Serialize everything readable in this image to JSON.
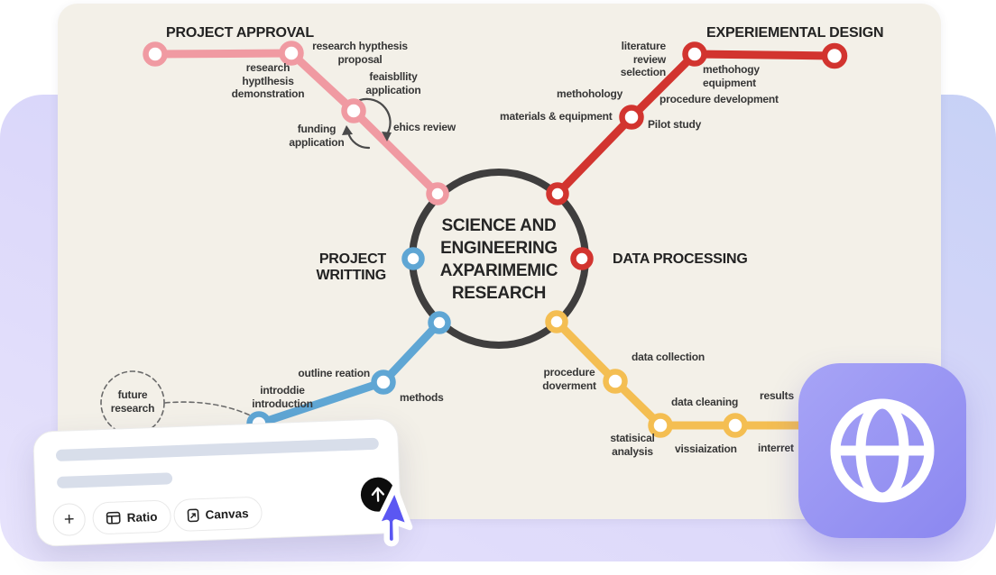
{
  "colors": {
    "pink": "#F09AA2",
    "red": "#D2342F",
    "blue": "#5FA6D4",
    "yellow": "#F4BE52",
    "ring": "#3F3E3E",
    "canvas_paper": "#F3F0E8",
    "panel": "#C7D1F6",
    "app_icon": "#918EF2",
    "cursor": "#5B57F2"
  },
  "diagram": {
    "center_title": "SCIENCE AND\nENGINEERING\nAXPARIMEMIC\nRESEARCH",
    "pink": {
      "title": "PROJECT APPROVAL",
      "hypothesis_demonstration": "research\nhyptlhesis\ndemonstration",
      "hypothesis_proposal": "research hypthesis\nproposal",
      "feasibility_application": "feaisbllity\napplication",
      "funding_application": "funding\napplication",
      "ethics_review": "ehics review"
    },
    "red": {
      "title": "EXPERIEMENTAL DESIGN",
      "literature_review": "literature\nreview\nselection",
      "methodology": "methohology",
      "materials_equipment": "materials & equipment",
      "methodology_equipment": "methohogy\nequipment",
      "procedure_development": "procedure development",
      "pilot_study": "Pilot study"
    },
    "blue": {
      "title": "PROJECT WRITTING",
      "outline_creation": "outline reation",
      "introduction": "introddie\nintroduction",
      "methods": "methods",
      "future_research": "future\nresearch"
    },
    "yellow": {
      "title": "DATA PROCESSING",
      "data_collection": "data collection",
      "procedure_doverment": "procedure\ndoverment",
      "data_cleaning": "data cleaning",
      "statistical_analysis": "statisical\nanalysis",
      "visualization": "vissiaization",
      "results": "results",
      "interpretation": "interret"
    }
  },
  "toolbar": {
    "plus_label": "+",
    "ratio_label": "Ratio",
    "canvas_label": "Canvas"
  }
}
